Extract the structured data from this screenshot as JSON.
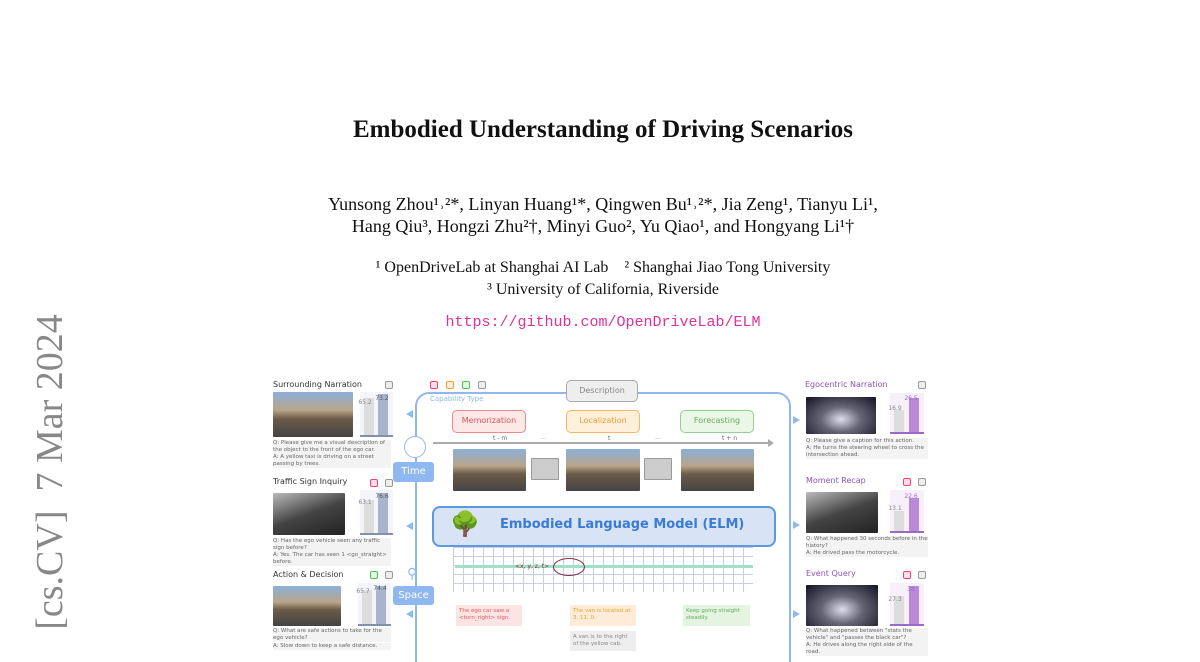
{
  "stamp": "[cs.CV]  7 Mar 2024",
  "title": "Embodied Understanding of Driving Scenarios",
  "authors": [
    "Yunsong Zhou¹˒²*, Linyan Huang¹*, Qingwen Bu¹˒²*, Jia Zeng¹, Tianyu Li¹,",
    "Hang Qiu³, Hongzi Zhu²†, Minyi Guo², Yu Qiao¹, and Hongyang Li¹†"
  ],
  "affiliations": [
    "¹ OpenDriveLab at Shanghai AI Lab    ² Shanghai Jiao Tong University",
    "³ University of California, Riverside"
  ],
  "url": "https://github.com/OpenDriveLab/ELM",
  "figure": {
    "left": [
      {
        "title": "Surrounding Narration",
        "bars": [
          65.2,
          73.2
        ],
        "q": "Q: Please give me a visual description of the object to the front of the ego car.",
        "a": "A: A yellow taxi is driving on a street passing by trees."
      },
      {
        "title": "Traffic Sign Inquiry",
        "bars": [
          63.1,
          76.6
        ],
        "q": "Q: Has the ego vehicle seen any traffic sign before?",
        "a": "A: Yes. The car has seen 1 <go_straight> before."
      },
      {
        "title": "Action & Decision",
        "bars": [
          65.7,
          74.4
        ],
        "q": "Q: What are safe actions to take for the ego vehicle?",
        "a": "A: Slow down to keep a safe distance."
      }
    ],
    "right": [
      {
        "title": "Egocentric Narration",
        "bars": [
          16.9,
          26.5
        ],
        "q": "Q: Please give a caption for this action.",
        "a": "A: He turns the steering wheel to cross the intersection ahead."
      },
      {
        "title": "Moment Recap",
        "bars": [
          13.1,
          22.6
        ],
        "q": "Q: What happened 30 seconds before in the history?",
        "a": "A: He drived pass the motorcycle."
      },
      {
        "title": "Event Query",
        "bars": [
          27.3,
          38.0
        ],
        "q": "Q: What happened between \"stats the vehicle\" and \"passes the black car\"?",
        "a": "A: He drives along the right side of the road."
      }
    ],
    "description": "Description",
    "capability_type": "Capability Type",
    "capabilities": [
      "Memorization",
      "Localization",
      "Forecasting"
    ],
    "timeline": [
      "t - m",
      "...",
      "t",
      "...",
      "t + n"
    ],
    "time": "Time",
    "space": "Space",
    "elm": "Embodied Language Model (ELM)",
    "coord": "<x, y, z, t>",
    "outputs": [
      "The ego car saw a <turn_right> sign.",
      "The van is located at 3, 11, 0.",
      "Keep going straight steadily."
    ],
    "output_extra": "A van is to the right of the yellow cab."
  }
}
